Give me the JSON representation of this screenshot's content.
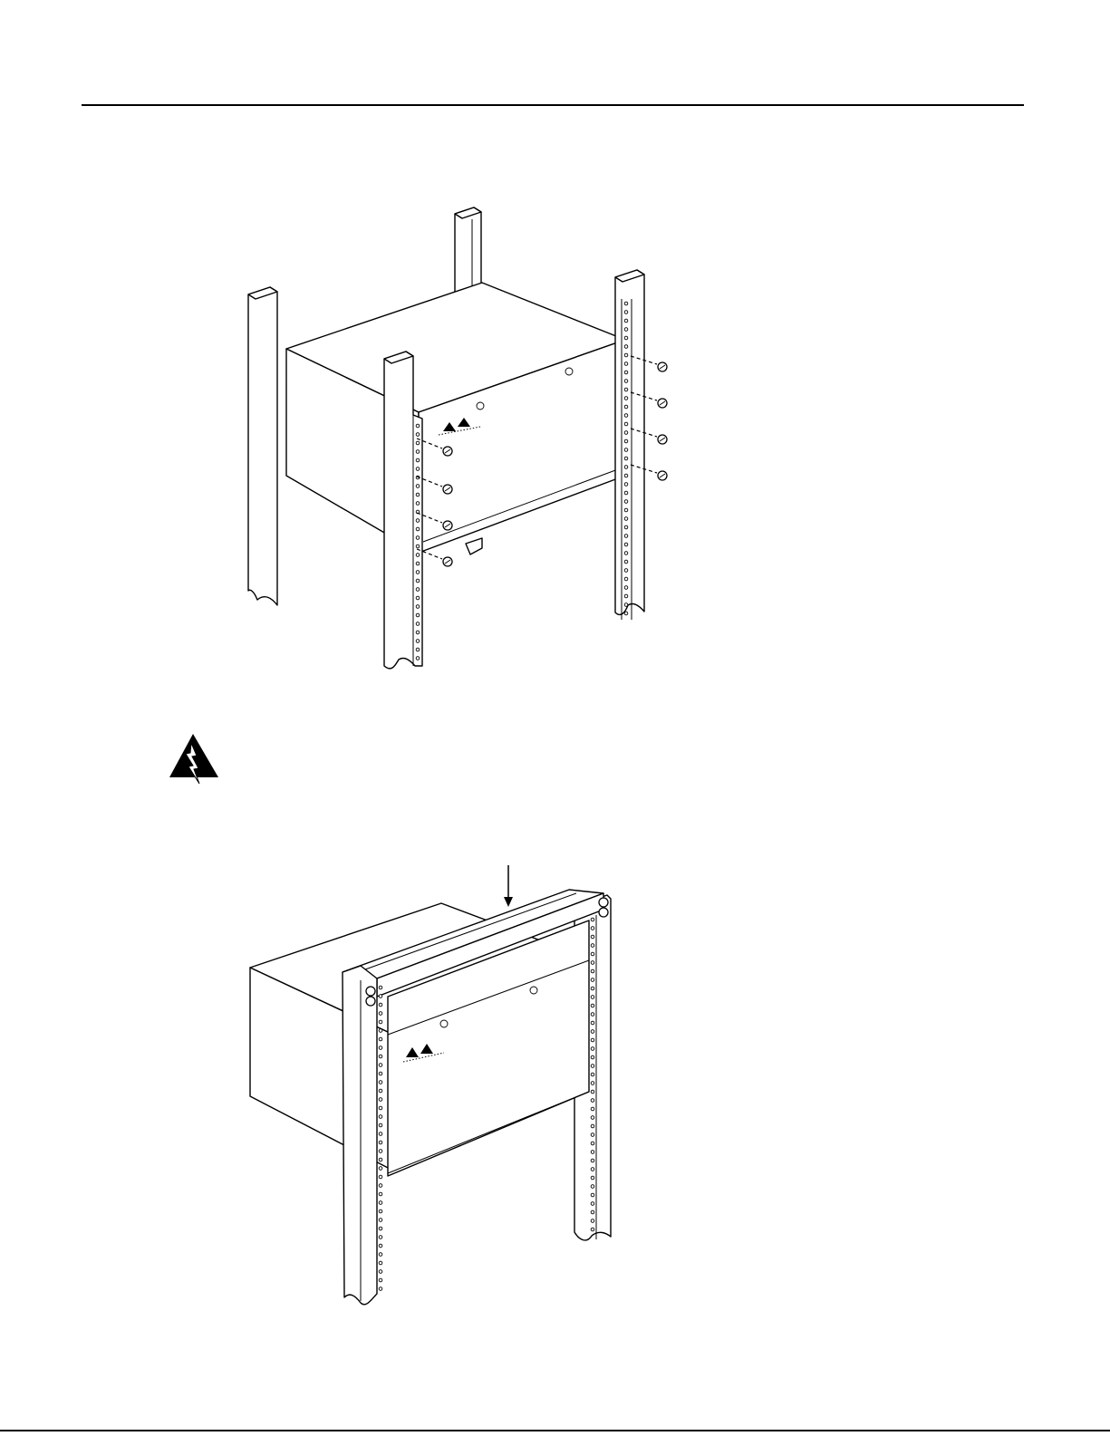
{
  "page": {
    "figures": [
      {
        "name": "rack-mount-four-post",
        "icons": [
          "rack-post",
          "chassis",
          "mounting-screw"
        ]
      },
      {
        "name": "rack-mount-two-post",
        "icons": [
          "rack-frame",
          "chassis",
          "arrow-down"
        ]
      }
    ],
    "warning": {
      "icon": "warning-lightning-icon"
    }
  }
}
